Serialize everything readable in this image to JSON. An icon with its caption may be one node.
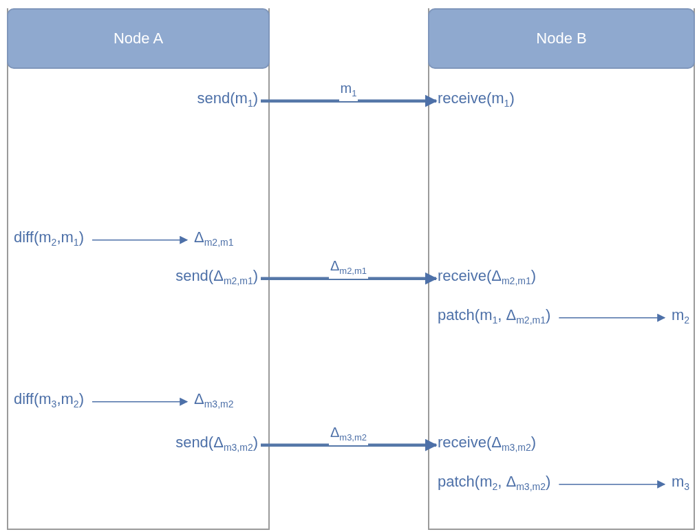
{
  "diagram": {
    "nodes": [
      {
        "text": [
          "Node A"
        ]
      },
      {
        "text": [
          "send(m$_{1}$)"
        ],
        "in": 0
      },
      {
        "text": [
          "diff(m$_{2}$,m$_{1}$)"
        ],
        "in": 0
      },
      {
        "text": [
          "Δ$_{m2,m1}$"
        ],
        "in": 0
      },
      {
        "text": [
          "send(Δ$_{m2,m1}$)"
        ],
        "in": 0
      },
      {
        "text": [
          "diff(m$_{3}$,m$_{2}$)"
        ],
        "in": 0
      },
      {
        "text": [
          "Δ$_{m3,m2}$"
        ],
        "in": 0
      },
      {
        "text": [
          "send(Δ$_{m3,m2}$)"
        ],
        "in": 0
      },
      {
        "text": [
          "Node B"
        ]
      },
      {
        "text": [
          "receive(m$_{1}$)"
        ],
        "in": 8
      },
      {
        "text": [
          "receive(Δ$_{m2,m1}$)"
        ],
        "in": 8
      },
      {
        "text": [
          "patch(m$_{1}$, Δ$_{m2,m1}$)"
        ],
        "in": 8
      },
      {
        "text": [
          "m$_{2}$"
        ],
        "in": 8
      },
      {
        "text": [
          "receive(Δ$_{m3,m2}$)"
        ],
        "in": 8
      },
      {
        "text": [
          "patch(m$_{2}$, Δ$_{m3,m2}$)"
        ],
        "in": 8
      },
      {
        "text": [
          "m$_{3}$"
        ],
        "in": 8
      }
    ],
    "edges": [
      {
        "from": 1,
        "to": 9,
        "arrow": "to",
        "label": "m$_{1}$",
        "style": "thick"
      },
      {
        "from": 2,
        "to": 3,
        "arrow": "to"
      },
      {
        "from": 4,
        "to": 10,
        "arrow": "to",
        "label": "Δ$_{m2,m1}$",
        "style": "thick"
      },
      {
        "from": 11,
        "to": 12,
        "arrow": "to"
      },
      {
        "from": 5,
        "to": 6,
        "arrow": "to"
      },
      {
        "from": 7,
        "to": 13,
        "arrow": "to",
        "label": "Δ$_{m3,m2}$",
        "style": "thick"
      },
      {
        "from": 14,
        "to": 15,
        "arrow": "to"
      }
    ]
  }
}
